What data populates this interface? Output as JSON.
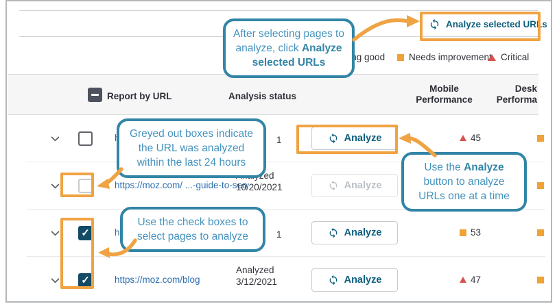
{
  "toolbar": {
    "analyze_selected_label": "Analyze selected URLs"
  },
  "legend": {
    "items": [
      {
        "label": "Looking good",
        "marker": "green-circle"
      },
      {
        "label": "Needs improvement",
        "marker": "orange-square"
      },
      {
        "label": "Critical",
        "marker": "red-triangle"
      }
    ]
  },
  "callouts": {
    "select_then_analyze": {
      "segments": [
        {
          "t": "After selecting pages to\nanalyze, click "
        },
        {
          "t": "Analyze\nselected URLs",
          "b": true
        }
      ]
    },
    "greyed_boxes": {
      "segments": [
        {
          "t": "Greyed out boxes indicate\nthe URL was analyzed\nwithin the last 24 hours"
        }
      ]
    },
    "check_boxes": {
      "segments": [
        {
          "t": "Use the check boxes to\nselect pages to analyze"
        }
      ]
    },
    "analyze_button": {
      "segments": [
        {
          "t": "Use the "
        },
        {
          "t": "Analyze",
          "b": true
        },
        {
          "t": "\nbutton to analyze\nURLs one at a time"
        }
      ]
    }
  },
  "table": {
    "headers": {
      "url": "Report by URL",
      "status": "Analysis status",
      "mobile_line1": "Mobile",
      "mobile_line2": "Performance",
      "desktop_line1": "Desk",
      "desktop_line2": "Performa"
    },
    "rows": [
      {
        "url_fragment": "ht",
        "status_fragment": "1",
        "checkbox": "unchecked",
        "button_label": "Analyze",
        "button_state": "active",
        "mobile_marker": "red-triangle",
        "mobile_value": "45",
        "desktop_marker": "orange-square"
      },
      {
        "url": "https://moz.com/ ...-guide-to-seo",
        "status_line1": "Analyzed",
        "status_line2": "10/20/2021",
        "checkbox": "greyed",
        "button_label": "Analyze",
        "button_state": "disabled",
        "desktop_marker": "orange-square"
      },
      {
        "url_fragment": "htt",
        "status_fragment": "1",
        "checkbox": "checked",
        "button_label": "Analyze",
        "button_state": "active",
        "mobile_marker": "orange-square",
        "mobile_value": "53",
        "desktop_marker": "orange-square"
      },
      {
        "url": "https://moz.com/blog",
        "status_line1": "Analyzed",
        "status_line2": "3/12/2021",
        "checkbox": "checked",
        "button_label": "Analyze",
        "button_state": "active",
        "mobile_marker": "red-triangle",
        "mobile_value": "47",
        "desktop_marker": "orange-square"
      }
    ]
  },
  "colors": {
    "annotation_orange": "#F0A343",
    "callout_teal": "#3285A6",
    "callout_text": "#4493BE",
    "link_blue": "#2A6FB0",
    "button_teal": "#0C5F7D",
    "checkbox_navy": "#134B66",
    "critical_red": "#D9534E",
    "warning_orange": "#EFA236",
    "good_green": "#7AC142"
  }
}
